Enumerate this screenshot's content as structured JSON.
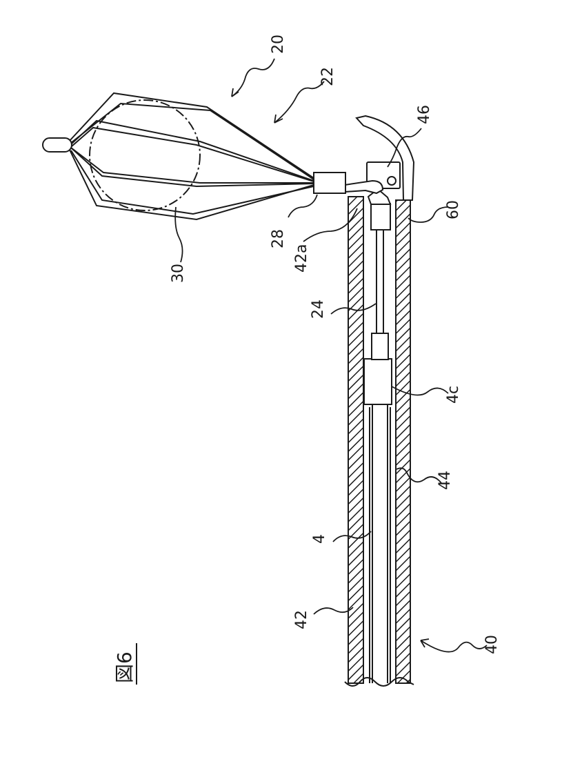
{
  "figure": {
    "title": "図6",
    "labels": {
      "ref_20": "20",
      "ref_22": "22",
      "ref_46": "46",
      "ref_60": "60",
      "ref_28": "28",
      "ref_42a": "42a",
      "ref_30": "30",
      "ref_24": "24",
      "ref_4c": "4c",
      "ref_44": "44",
      "ref_4": "4",
      "ref_42": "42",
      "ref_40": "40"
    }
  }
}
